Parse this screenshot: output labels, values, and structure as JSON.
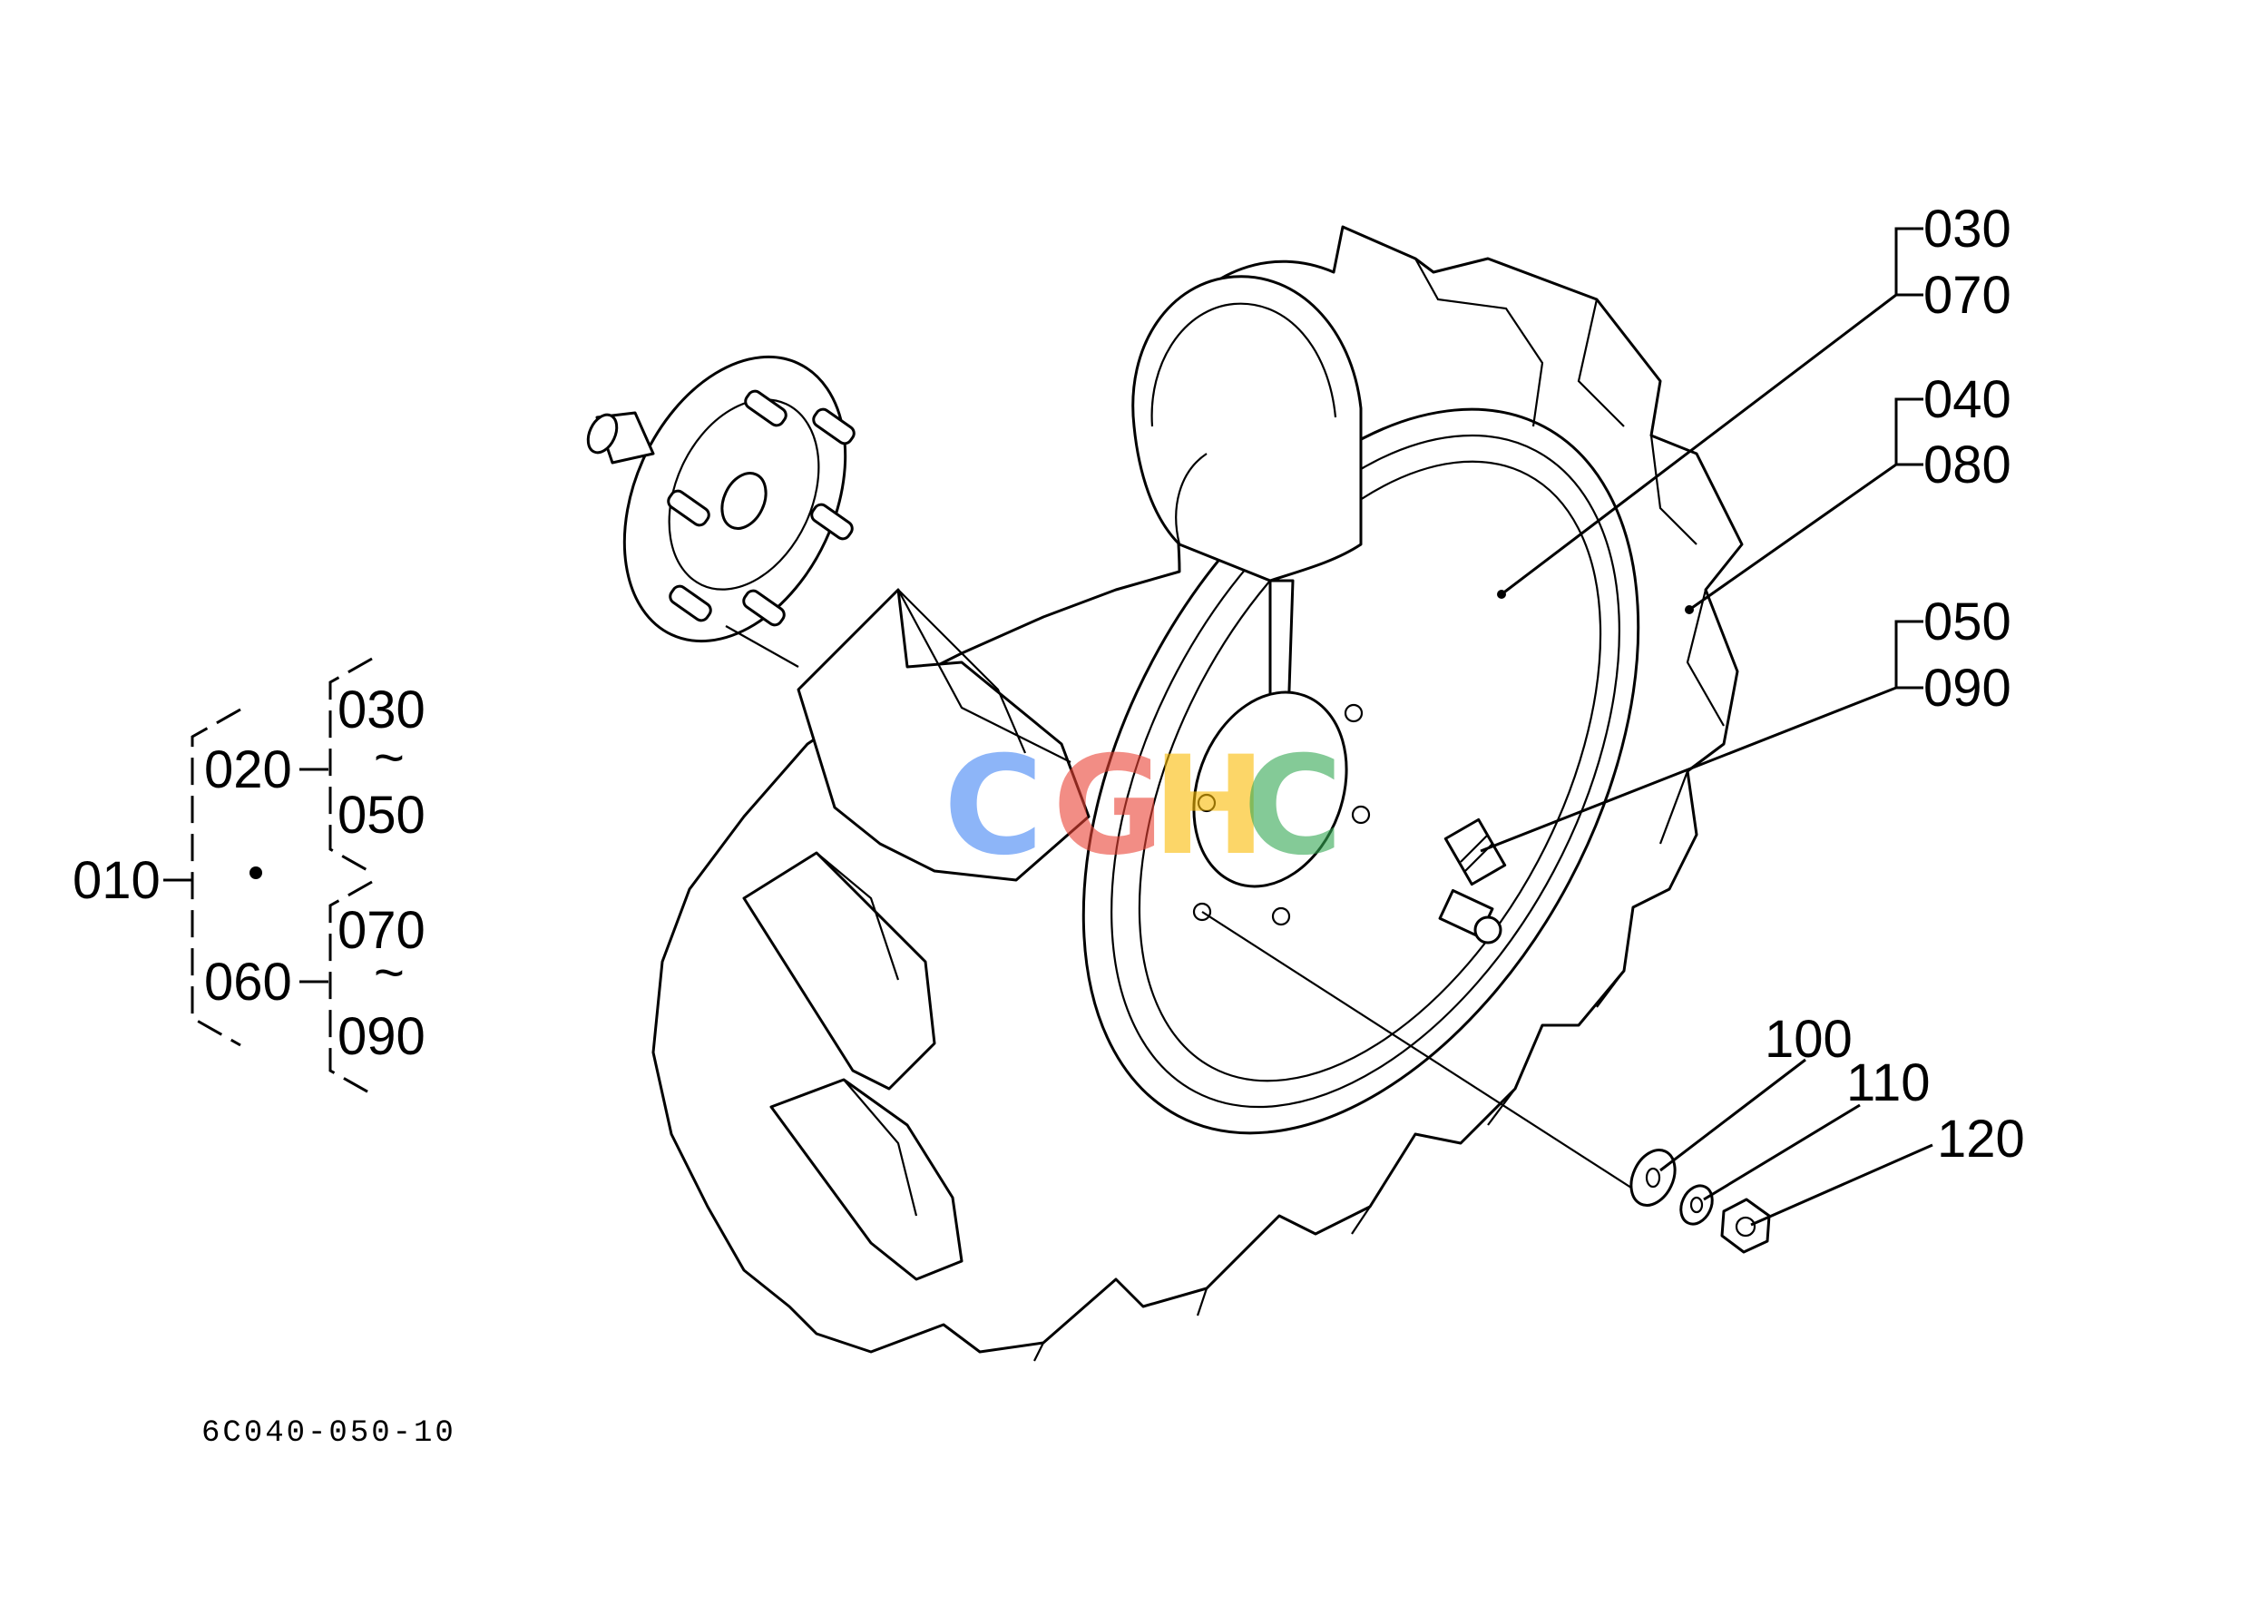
{
  "diagram": {
    "drawing_code": "6C040-050-10",
    "watermark": {
      "letters": [
        "C",
        "G",
        "H",
        "C"
      ],
      "colors": [
        "#4285F4",
        "#EA4335",
        "#FBBC05",
        "#34A853"
      ]
    },
    "assembly_tree": {
      "root": "010",
      "groups": [
        {
          "id": "020",
          "range_start": "030",
          "range_sep": "~",
          "range_end": "050"
        },
        {
          "id": "060",
          "range_start": "070",
          "range_sep": "~",
          "range_end": "090"
        }
      ]
    },
    "callouts": {
      "c030": "030",
      "c070": "070",
      "c040": "040",
      "c080": "080",
      "c050": "050",
      "c090": "090",
      "c100": "100",
      "c110": "110",
      "c120": "120"
    }
  }
}
